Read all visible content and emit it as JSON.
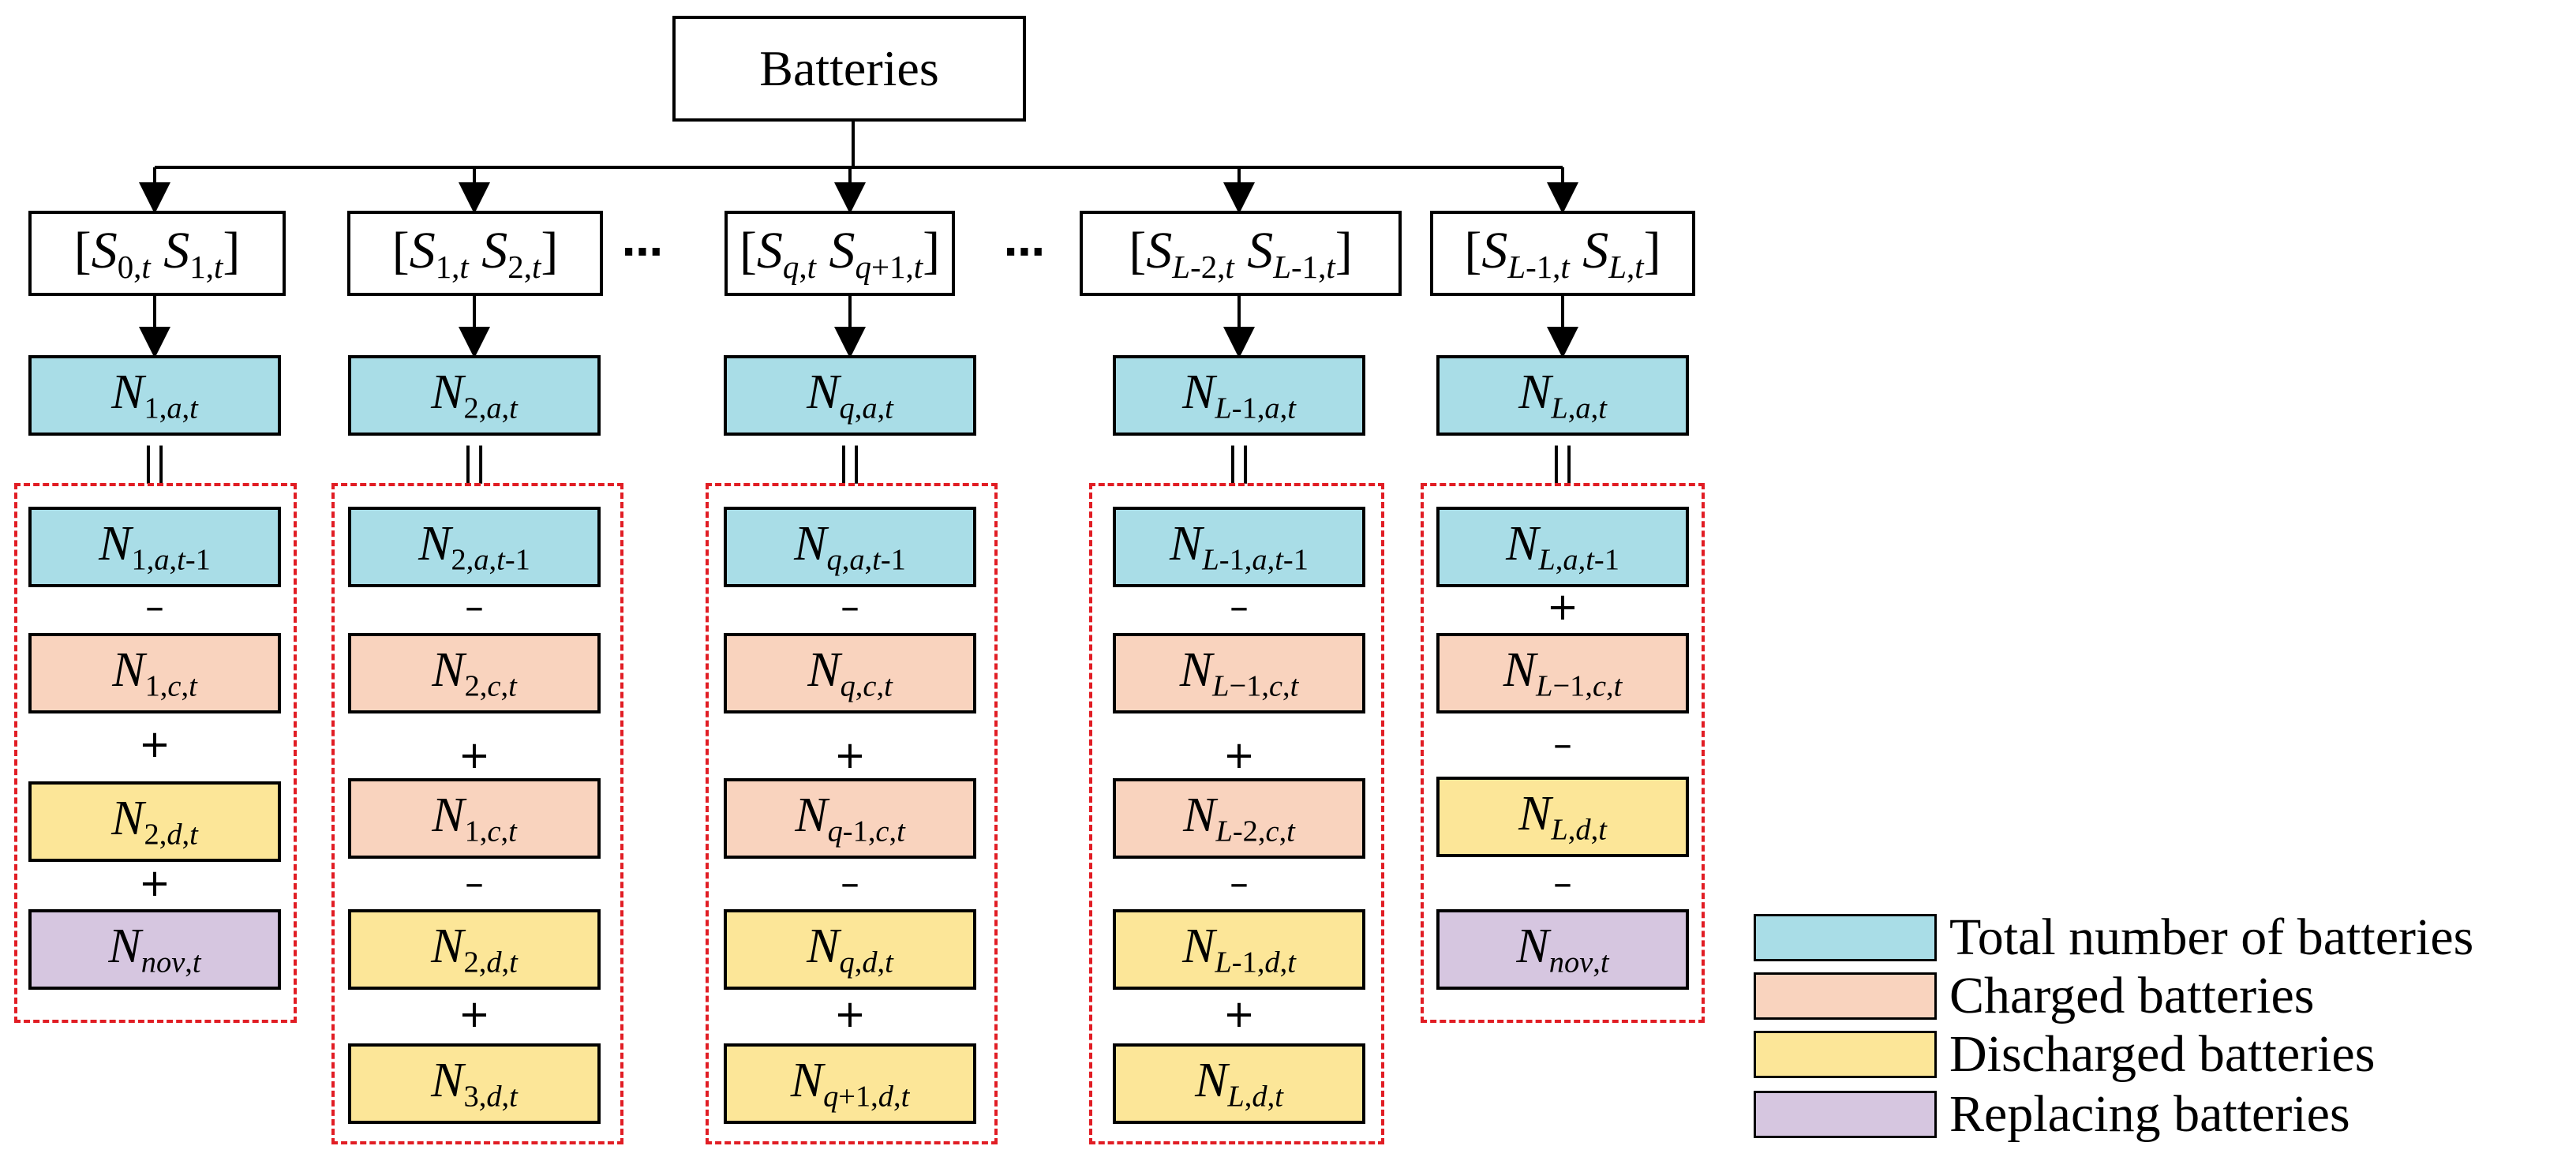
{
  "root": {
    "label": "Batteries"
  },
  "ellipsis": "⋯",
  "ranges": [
    {
      "lo": "S",
      "lo_sub": "0,t",
      "hi": "S",
      "hi_sub": "1,t"
    },
    {
      "lo": "S",
      "lo_sub": "1,t",
      "hi": "S",
      "hi_sub": "2,t"
    },
    {
      "lo": "S",
      "lo_sub": "q,t",
      "hi": "S",
      "hi_sub": "q+1,t"
    },
    {
      "lo": "S",
      "lo_sub": "L-2,t",
      "hi": "S",
      "hi_sub": "L-1,t"
    },
    {
      "lo": "S",
      "lo_sub": "L-1,t",
      "hi": "S",
      "hi_sub": "L,t"
    }
  ],
  "columns": [
    {
      "total": {
        "base": "N",
        "sub": "1,a,t"
      },
      "equals": "||",
      "terms": [
        {
          "base": "N",
          "sub": "1,a,t-1",
          "kind": "total"
        },
        {
          "op": "–"
        },
        {
          "base": "N",
          "sub": "1,c,t",
          "kind": "charged"
        },
        {
          "op": "+"
        },
        {
          "base": "N",
          "sub": "2,d,t",
          "kind": "discharged"
        },
        {
          "op": "+"
        },
        {
          "base": "N",
          "sub": "nov,t",
          "kind": "replacing"
        }
      ]
    },
    {
      "total": {
        "base": "N",
        "sub": "2,a,t"
      },
      "equals": "||",
      "terms": [
        {
          "base": "N",
          "sub": "2,a,t-1",
          "kind": "total"
        },
        {
          "op": "–"
        },
        {
          "base": "N",
          "sub": "2,c,t",
          "kind": "charged"
        },
        {
          "op": "+"
        },
        {
          "base": "N",
          "sub": "1,c,t",
          "kind": "charged"
        },
        {
          "op": "–"
        },
        {
          "base": "N",
          "sub": "2,d,t",
          "kind": "discharged"
        },
        {
          "op": "+"
        },
        {
          "base": "N",
          "sub": "3,d,t",
          "kind": "discharged"
        }
      ]
    },
    {
      "total": {
        "base": "N",
        "sub": "q,a,t"
      },
      "equals": "||",
      "terms": [
        {
          "base": "N",
          "sub": "q,a,t-1",
          "kind": "total"
        },
        {
          "op": "–"
        },
        {
          "base": "N",
          "sub": "q,c,t",
          "kind": "charged"
        },
        {
          "op": "+"
        },
        {
          "base": "N",
          "sub": "q-1,c,t",
          "kind": "charged"
        },
        {
          "op": "–"
        },
        {
          "base": "N",
          "sub": "q,d,t",
          "kind": "discharged"
        },
        {
          "op": "+"
        },
        {
          "base": "N",
          "sub": "q+1,d,t",
          "kind": "discharged"
        }
      ]
    },
    {
      "total": {
        "base": "N",
        "sub": "L-1,a,t"
      },
      "equals": "||",
      "terms": [
        {
          "base": "N",
          "sub": "L-1,a,t-1",
          "kind": "total"
        },
        {
          "op": "–"
        },
        {
          "base": "N",
          "sub": "L−1,c,t",
          "kind": "charged"
        },
        {
          "op": "+"
        },
        {
          "base": "N",
          "sub": "L-2,c,t",
          "kind": "charged"
        },
        {
          "op": "–"
        },
        {
          "base": "N",
          "sub": "L-1,d,t",
          "kind": "discharged"
        },
        {
          "op": "+"
        },
        {
          "base": "N",
          "sub": "L,d,t",
          "kind": "discharged"
        }
      ]
    },
    {
      "total": {
        "base": "N",
        "sub": "L,a,t"
      },
      "equals": "||",
      "terms": [
        {
          "base": "N",
          "sub": "L,a,t-1",
          "kind": "total"
        },
        {
          "op": "+"
        },
        {
          "base": "N",
          "sub": "L−1,c,t",
          "kind": "charged"
        },
        {
          "op": "–"
        },
        {
          "base": "N",
          "sub": "L,d,t",
          "kind": "discharged"
        },
        {
          "op": "–"
        },
        {
          "base": "N",
          "sub": "nov,t",
          "kind": "replacing"
        }
      ]
    }
  ],
  "legend": [
    {
      "label": "Total number of batteries",
      "color": "#a9dde7",
      "kind": "total"
    },
    {
      "label": "Charged batteries",
      "color": "#f9d3be",
      "kind": "charged"
    },
    {
      "label": "Discharged batteries",
      "color": "#fce698",
      "kind": "discharged"
    },
    {
      "label": "Replacing batteries",
      "color": "#d6c6e0",
      "kind": "replacing"
    }
  ],
  "colors": {
    "line": "#000000",
    "group_border": "#e11d24"
  }
}
